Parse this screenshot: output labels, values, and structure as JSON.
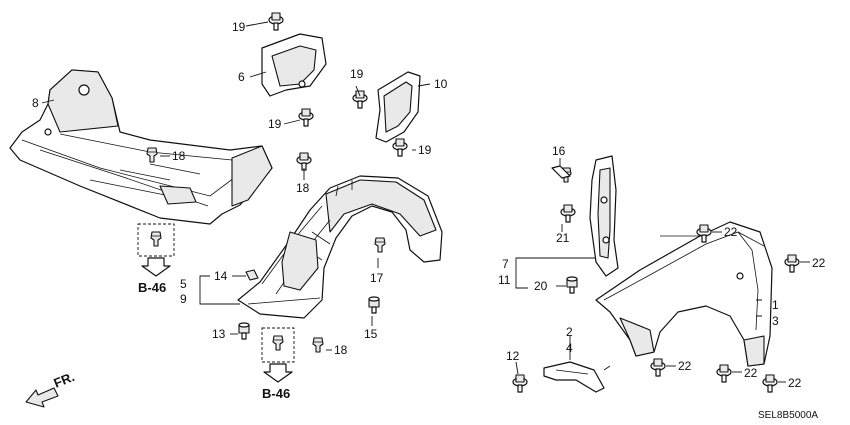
{
  "callouts": {
    "c1": "1",
    "c2": "2",
    "c3": "3",
    "c4": "4",
    "c5": "5",
    "c6": "6",
    "c7": "7",
    "c8": "8",
    "c9": "9",
    "c10": "10",
    "c11": "11",
    "c12": "12",
    "c13": "13",
    "c14": "14",
    "c15": "15",
    "c16": "16",
    "c17": "17",
    "c18": "18",
    "c19": "19",
    "c20": "20",
    "c21": "21",
    "c22": "22"
  },
  "references": {
    "b46": "B-46"
  },
  "direction_label": "FR.",
  "diagram_code": "SEL8B5000A"
}
